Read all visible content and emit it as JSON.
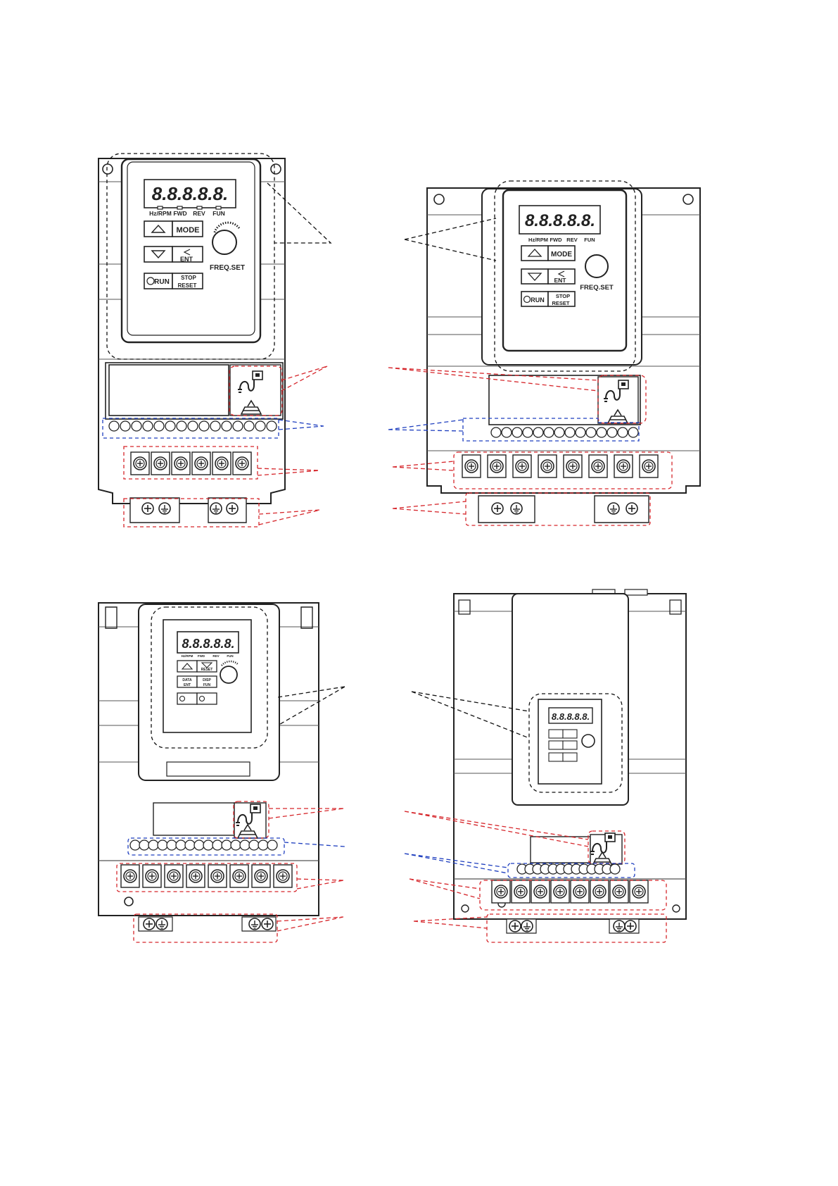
{
  "keypad": {
    "display_text": "8.8.8.8.8.",
    "indicator_labels": [
      "Hz/RPM",
      "FWD",
      "REV",
      "FUN"
    ],
    "mode_label": "MODE",
    "enter_label": "ENT",
    "run_label": "RUN",
    "stop_label": "STOP",
    "reset_label": "RESET",
    "freq_label": "FREQ.SET",
    "data_label": "DATA",
    "data_label2": "ENT",
    "disp_label": "DISP",
    "disp_label2": "FUN"
  },
  "colors": {
    "outline": "#222222",
    "keypad_callout": "#111111",
    "power_callout": "#d6262b",
    "control_callout": "#1f3fbf"
  },
  "icons": {
    "outlet": "plug-socket-icon",
    "screw": "screw-terminal-icon",
    "ground": "ground-symbol-icon",
    "run": "run-icon",
    "stop": "stop-icon",
    "up": "up-arrow-icon",
    "down": "down-arrow-icon",
    "knob": "frequency-knob-icon"
  }
}
